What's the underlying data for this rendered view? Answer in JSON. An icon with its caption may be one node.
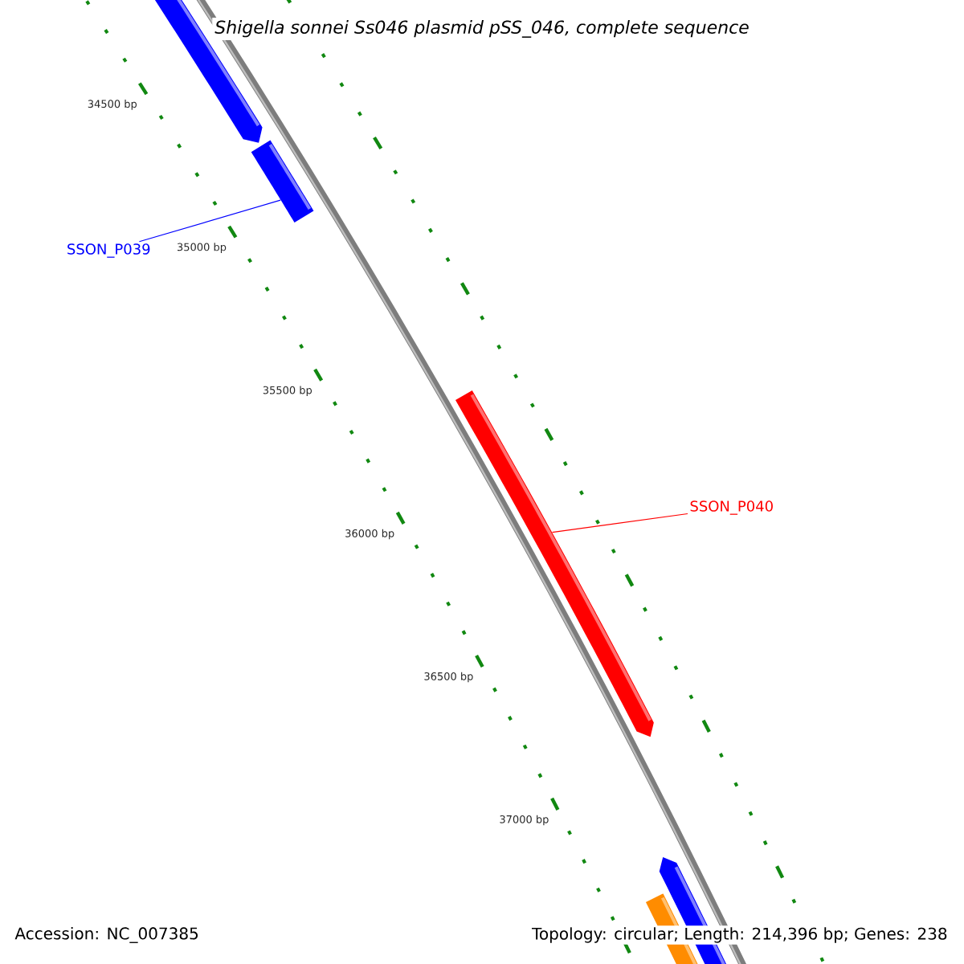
{
  "diagram": {
    "title": "Shigella sonnei Ss046 plasmid pSS_046, complete sequence",
    "nodes": [
      {
        "text": [
          "SSON_P039"
        ]
      },
      {
        "text": [],
        "shape": "bar"
      },
      {
        "text": [
          "SSON_P040"
        ]
      },
      {
        "text": [],
        "shape": "bar"
      }
    ],
    "edges": [
      {
        "from": 0,
        "to": 1,
        "arrow": "none",
        "color": "#0000ff"
      },
      {
        "from": 2,
        "to": 3,
        "arrow": "none",
        "color": "#ff0000"
      }
    ],
    "labels": [
      "34500 bp",
      "35000 bp",
      "35500 bp",
      "36000 bp",
      "36500 bp",
      "37000 bp",
      "Accession: NC_007385",
      "Topology: circular; Length: 214,396 bp; Genes: 238"
    ]
  }
}
